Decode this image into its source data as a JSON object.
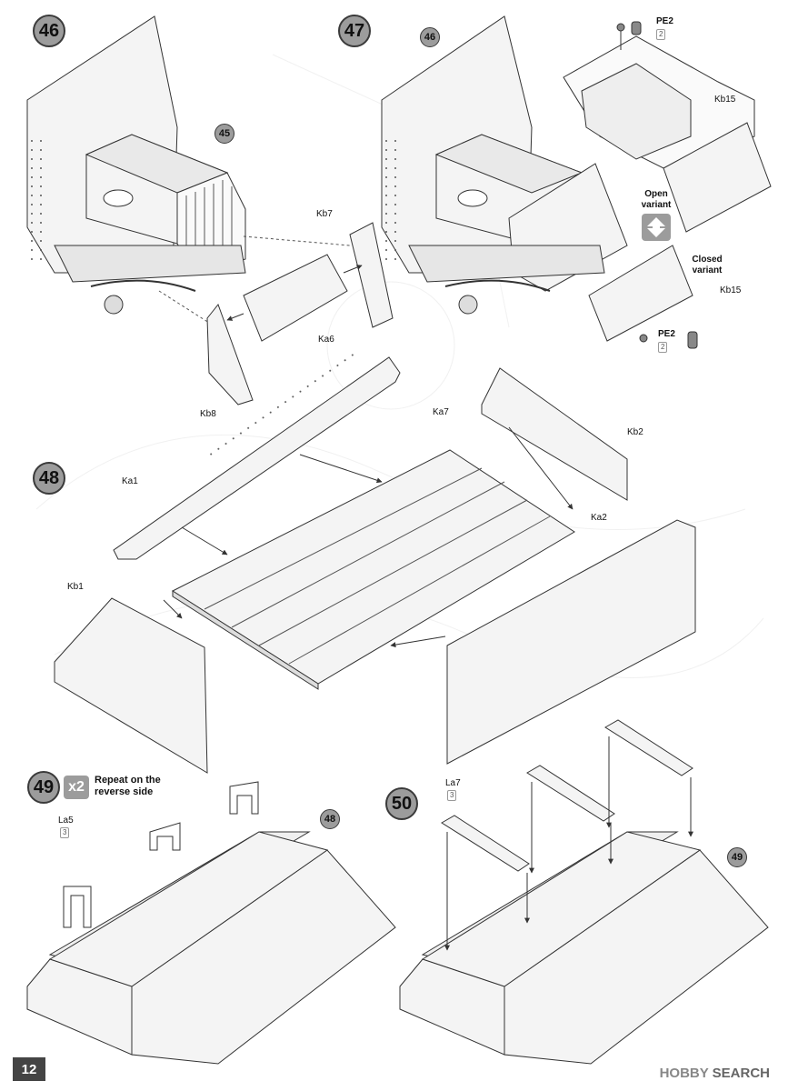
{
  "page_number": "12",
  "watermark": {
    "brand": "HOBBY",
    "suffix": "SEARCH"
  },
  "steps": {
    "s46": {
      "number": "46",
      "ref": "45",
      "labels": {
        "kb7": "Kb7",
        "ka6": "Ka6",
        "kb8": "Kb8"
      }
    },
    "s47": {
      "number": "47",
      "ref": "46",
      "labels": {
        "pe2_top": "PE2",
        "pe2_bottom": "PE2",
        "kb15_top": "Kb15",
        "kb15_bottom": "Kb15"
      },
      "mult": {
        "pe2_top": "2",
        "pe2_bottom": "2"
      },
      "open_variant": "Open variant",
      "closed_variant": "Closed variant"
    },
    "s48": {
      "number": "48",
      "labels": {
        "ka7": "Ka7",
        "kb2": "Kb2",
        "ka1": "Ka1",
        "ka2": "Ka2",
        "kb1": "Kb1"
      }
    },
    "s49": {
      "number": "49",
      "ref": "48",
      "repeat_count": "x2",
      "repeat_text": "Repeat on the reverse side",
      "labels": {
        "la5": "La5"
      },
      "mult": {
        "la5": "3"
      }
    },
    "s50": {
      "number": "50",
      "ref": "49",
      "labels": {
        "la7": "La7"
      },
      "mult": {
        "la7": "3"
      }
    }
  },
  "colors": {
    "badge_fill": "#9c9c9c",
    "part_fill": "#f4f4f4",
    "line": "#333333"
  }
}
